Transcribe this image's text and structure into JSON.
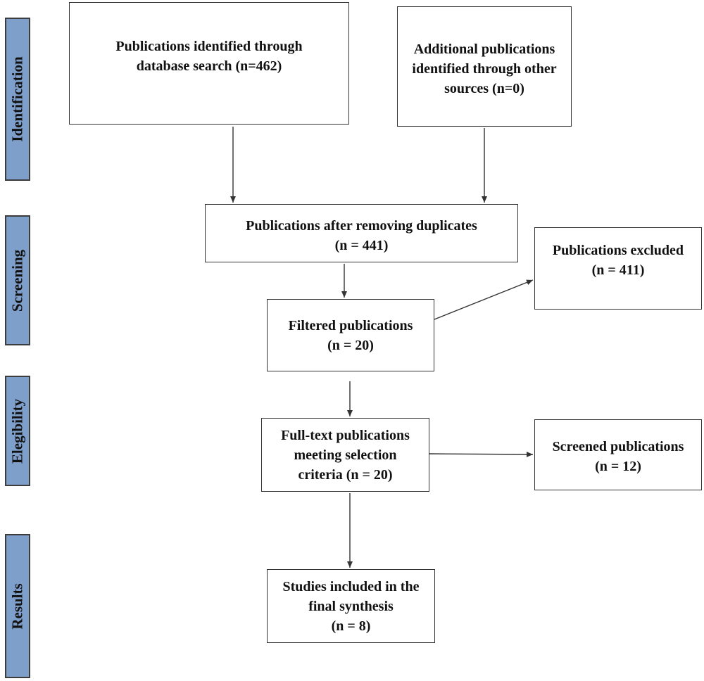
{
  "stages": [
    {
      "id": "identification",
      "label": "Identification"
    },
    {
      "id": "screening",
      "label": "Screening"
    },
    {
      "id": "eligibility",
      "label": "Elegibility"
    },
    {
      "id": "results",
      "label": "Results"
    }
  ],
  "boxes": {
    "database_search": {
      "lines": [
        "Publications identified through",
        "database search (n=462)"
      ]
    },
    "other_sources": {
      "lines": [
        "Additional publications",
        "identified through other",
        "sources (n=0)"
      ]
    },
    "after_duplicates": {
      "lines": [
        "Publications after removing duplicates",
        "(n = 441)"
      ]
    },
    "excluded": {
      "lines": [
        "Publications excluded",
        "(n = 411)"
      ]
    },
    "filtered": {
      "lines": [
        "Filtered publications",
        "(n = 20)"
      ]
    },
    "full_text": {
      "lines": [
        "Full-text publications",
        "meeting selection",
        "criteria (n = 20)"
      ]
    },
    "screened": {
      "lines": [
        "Screened publications",
        "(n = 12)"
      ]
    },
    "included": {
      "lines": [
        "Studies included in the",
        "final synthesis",
        "(n = 8)"
      ]
    }
  },
  "colors": {
    "stage_fill": "#7f9fcb",
    "stroke": "#333333"
  }
}
